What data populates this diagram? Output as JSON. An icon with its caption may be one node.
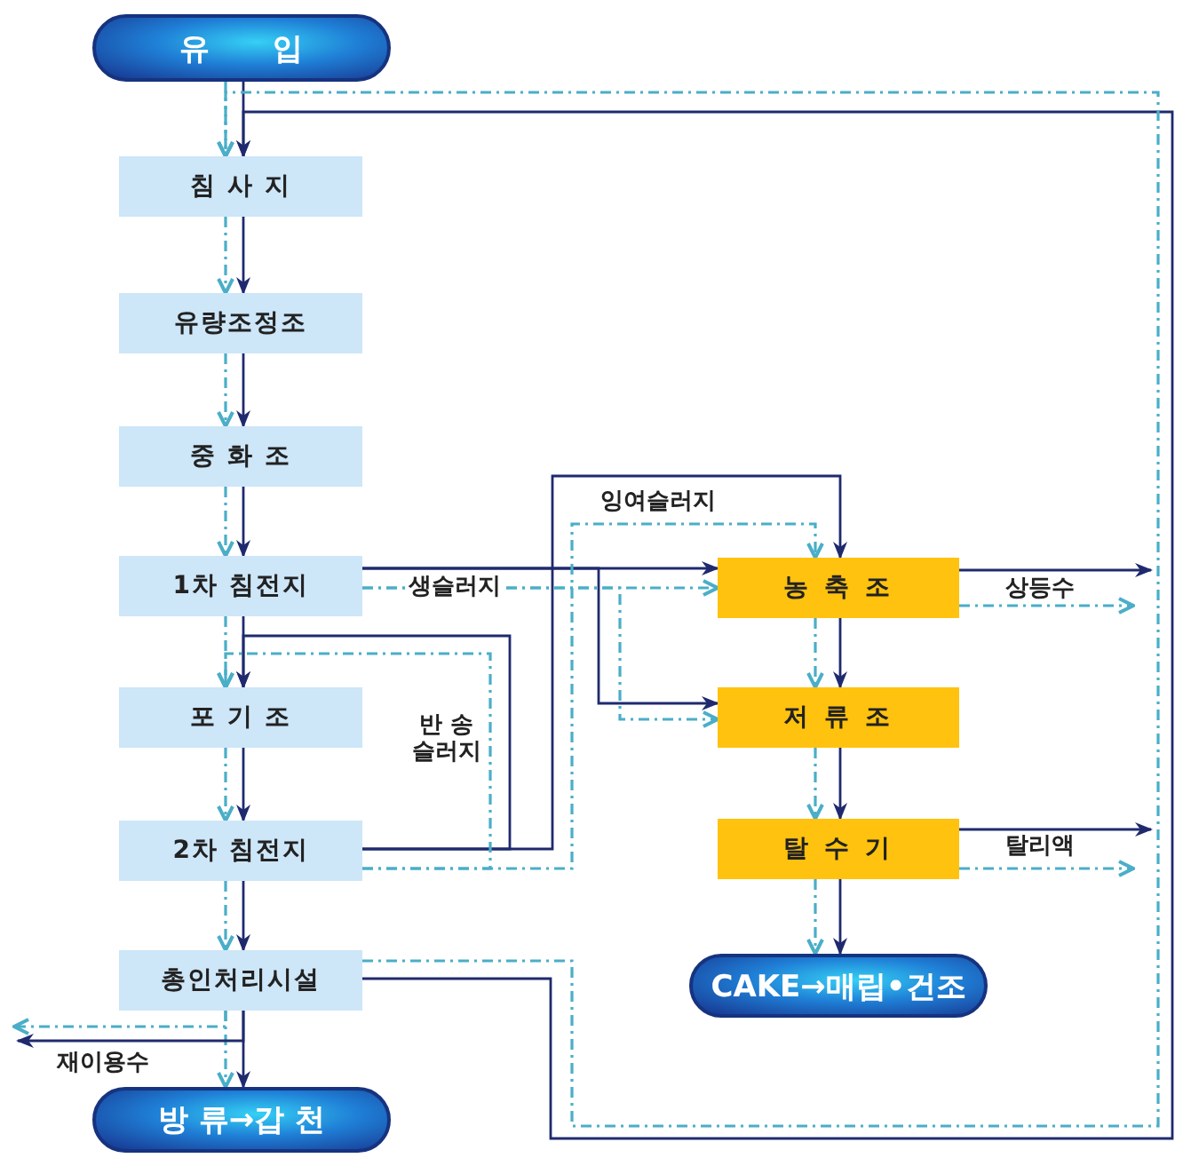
{
  "diagram": {
    "nodes": [
      {
        "text": [
          "유      입"
        ]
      },
      {
        "text": [
          "침 사 지"
        ]
      },
      {
        "text": [
          "유량조정조"
        ]
      },
      {
        "text": [
          "중 화 조"
        ]
      },
      {
        "text": [
          "1차 침전지"
        ]
      },
      {
        "text": [
          "포 기 조"
        ]
      },
      {
        "text": [
          "2차 침전지"
        ]
      },
      {
        "text": [
          "총인처리시설"
        ]
      },
      {
        "text": [
          "방 류→갑 천"
        ]
      },
      {
        "text": [
          "농 축 조"
        ]
      },
      {
        "text": [
          "저 류 조"
        ]
      },
      {
        "text": [
          "탈 수 기"
        ]
      },
      {
        "text": [
          "CAKE→매립•건조"
        ]
      }
    ],
    "edges": [
      {
        "from": 0,
        "to": 1,
        "arrow": "to"
      },
      {
        "from": 0,
        "to": 1,
        "arrow": "to",
        "style": "dashed",
        "color": "#4aaec8"
      },
      {
        "from": 1,
        "to": 2,
        "arrow": "to"
      },
      {
        "from": 1,
        "to": 2,
        "arrow": "to",
        "style": "dashed",
        "color": "#4aaec8"
      },
      {
        "from": 2,
        "to": 3,
        "arrow": "to"
      },
      {
        "from": 2,
        "to": 3,
        "arrow": "to",
        "style": "dashed",
        "color": "#4aaec8"
      },
      {
        "from": 3,
        "to": 4,
        "arrow": "to"
      },
      {
        "from": 3,
        "to": 4,
        "arrow": "to",
        "style": "dashed",
        "color": "#4aaec8"
      },
      {
        "from": 4,
        "to": 5,
        "arrow": "to"
      },
      {
        "from": 4,
        "to": 5,
        "arrow": "to",
        "style": "dashed",
        "color": "#4aaec8"
      },
      {
        "from": 5,
        "to": 6,
        "arrow": "to"
      },
      {
        "from": 5,
        "to": 6,
        "arrow": "to",
        "style": "dashed",
        "color": "#4aaec8"
      },
      {
        "from": 6,
        "to": 7,
        "arrow": "to"
      },
      {
        "from": 6,
        "to": 7,
        "arrow": "to",
        "style": "dashed",
        "color": "#4aaec8"
      },
      {
        "from": 7,
        "to": 8,
        "arrow": "to"
      },
      {
        "from": 7,
        "to": 8,
        "arrow": "to",
        "style": "dashed",
        "color": "#4aaec8"
      },
      {
        "from": 4,
        "to": 9,
        "arrow": "to"
      },
      {
        "from": 4,
        "to": 9,
        "arrow": "to",
        "style": "dashed",
        "color": "#4aaec8",
        "label": "생슬러지"
      },
      {
        "from": 4,
        "to": 10,
        "arrow": "to"
      },
      {
        "from": 4,
        "to": 10,
        "arrow": "to",
        "style": "dashed",
        "color": "#4aaec8"
      },
      {
        "from": 6,
        "to": 9,
        "arrow": "to"
      },
      {
        "from": 6,
        "to": 9,
        "arrow": "to",
        "style": "dashed",
        "color": "#4aaec8",
        "label": "잉여슬러지"
      },
      {
        "from": 6,
        "to": 5,
        "arrow": "to"
      },
      {
        "from": 6,
        "to": 5,
        "arrow": "to",
        "style": "dashed",
        "color": "#4aaec8",
        "label": "반 송 슬러지"
      },
      {
        "from": 9,
        "to": 10,
        "arrow": "to"
      },
      {
        "from": 9,
        "to": 10,
        "arrow": "to",
        "style": "dashed",
        "color": "#4aaec8"
      },
      {
        "from": 10,
        "to": 11,
        "arrow": "to"
      },
      {
        "from": 10,
        "to": 11,
        "arrow": "to",
        "style": "dashed",
        "color": "#4aaec8"
      },
      {
        "from": 11,
        "to": 12,
        "arrow": "to"
      },
      {
        "from": 11,
        "to": 12,
        "arrow": "to",
        "style": "dashed",
        "color": "#4aaec8"
      },
      {
        "from": 9,
        "to": null,
        "arrow": "to",
        "label": "상등수"
      },
      {
        "from": 9,
        "to": null,
        "arrow": "to",
        "style": "dashed",
        "color": "#4aaec8"
      },
      {
        "from": 11,
        "to": null,
        "arrow": "to",
        "label": "탈리액"
      },
      {
        "from": 11,
        "to": null,
        "arrow": "to",
        "style": "dashed",
        "color": "#4aaec8"
      },
      {
        "from": 7,
        "to": null,
        "arrow": "to",
        "label": "재이용수"
      },
      {
        "from": 7,
        "to": null,
        "arrow": "to",
        "style": "dashed",
        "color": "#4aaec8"
      },
      {
        "from": 7,
        "to": 1,
        "arrow": "to"
      },
      {
        "from": 7,
        "to": 1,
        "arrow": "to",
        "style": "dashed",
        "color": "#4aaec8"
      }
    ]
  }
}
